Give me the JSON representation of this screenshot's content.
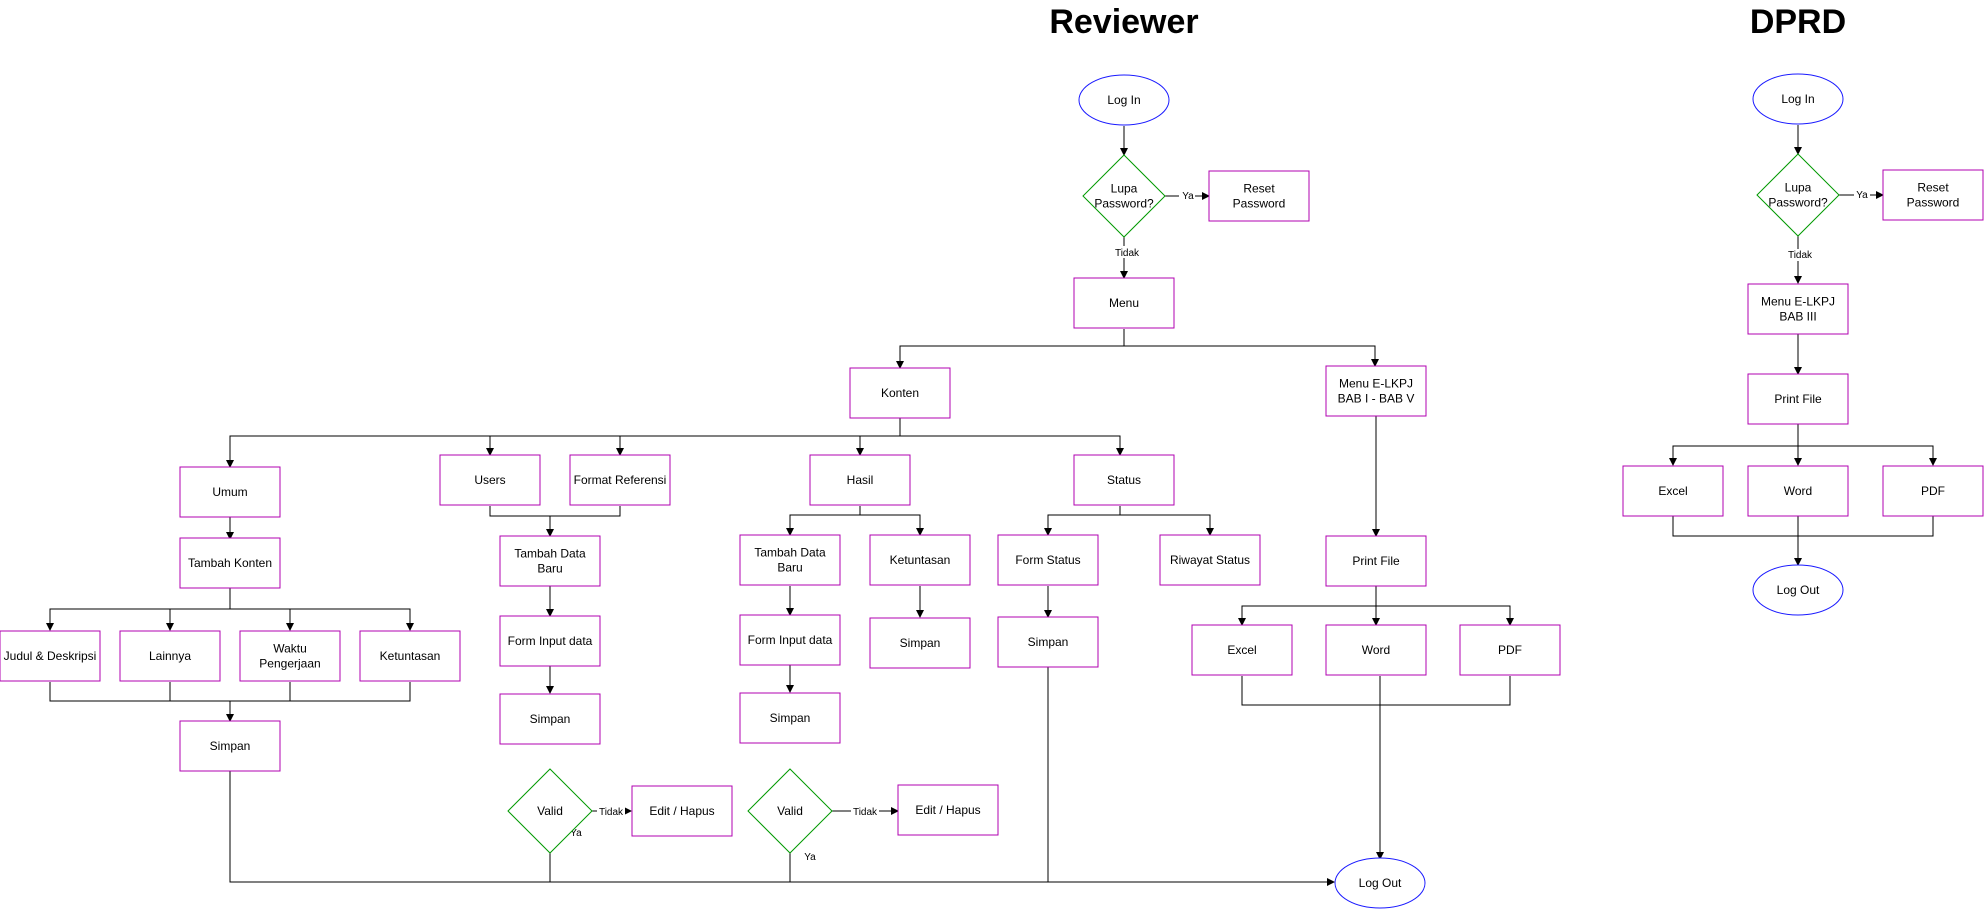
{
  "titles": {
    "reviewer": "Reviewer",
    "dprd": "DPRD"
  },
  "nodes": {
    "r_login": "Log In",
    "r_lupa": "Lupa\nPassword?",
    "r_reset": "Reset\nPassword",
    "r_menu": "Menu",
    "r_konten": "Konten",
    "r_menu_elkpj": "Menu E-LKPJ\nBAB I - BAB V",
    "r_umum": "Umum",
    "r_tambah_konten": "Tambah Konten",
    "r_judul": "Judul & Deskripsi",
    "r_lainnya": "Lainnya",
    "r_waktu": "Waktu\nPengerjaan",
    "r_ketuntasan1": "Ketuntasan",
    "r_simpan_umum": "Simpan",
    "r_users": "Users",
    "r_format_ref": "Format Referensi",
    "r_tambah_data1": "Tambah Data\nBaru",
    "r_form_input1": "Form Input data",
    "r_simpan1": "Simpan",
    "r_valid1": "Valid",
    "r_edit1": "Edit / Hapus",
    "r_hasil": "Hasil",
    "r_tambah_data2": "Tambah Data\nBaru",
    "r_form_input2": "Form Input data",
    "r_simpan2": "Simpan",
    "r_valid2": "Valid",
    "r_edit2": "Edit / Hapus",
    "r_ketuntasan2": "Ketuntasan",
    "r_simpan_ket": "Simpan",
    "r_status": "Status",
    "r_form_status": "Form Status",
    "r_simpan_status": "Simpan",
    "r_riwayat": "Riwayat Status",
    "r_print": "Print File",
    "r_excel": "Excel",
    "r_word": "Word",
    "r_pdf": "PDF",
    "r_logout": "Log Out",
    "d_login": "Log In",
    "d_lupa": "Lupa\nPassword?",
    "d_reset": "Reset\nPassword",
    "d_menu": "Menu E-LKPJ\nBAB III",
    "d_print": "Print File",
    "d_excel": "Excel",
    "d_word": "Word",
    "d_pdf": "PDF",
    "d_logout": "Log Out"
  },
  "edge_labels": {
    "r_ya": "Ya",
    "r_tidak": "Tidak",
    "v1_tidak": "Tidak",
    "v1_ya": "Ya",
    "v2_tidak": "Tidak",
    "v2_ya": "Ya",
    "d_ya": "Ya",
    "d_tidak": "Tidak"
  }
}
